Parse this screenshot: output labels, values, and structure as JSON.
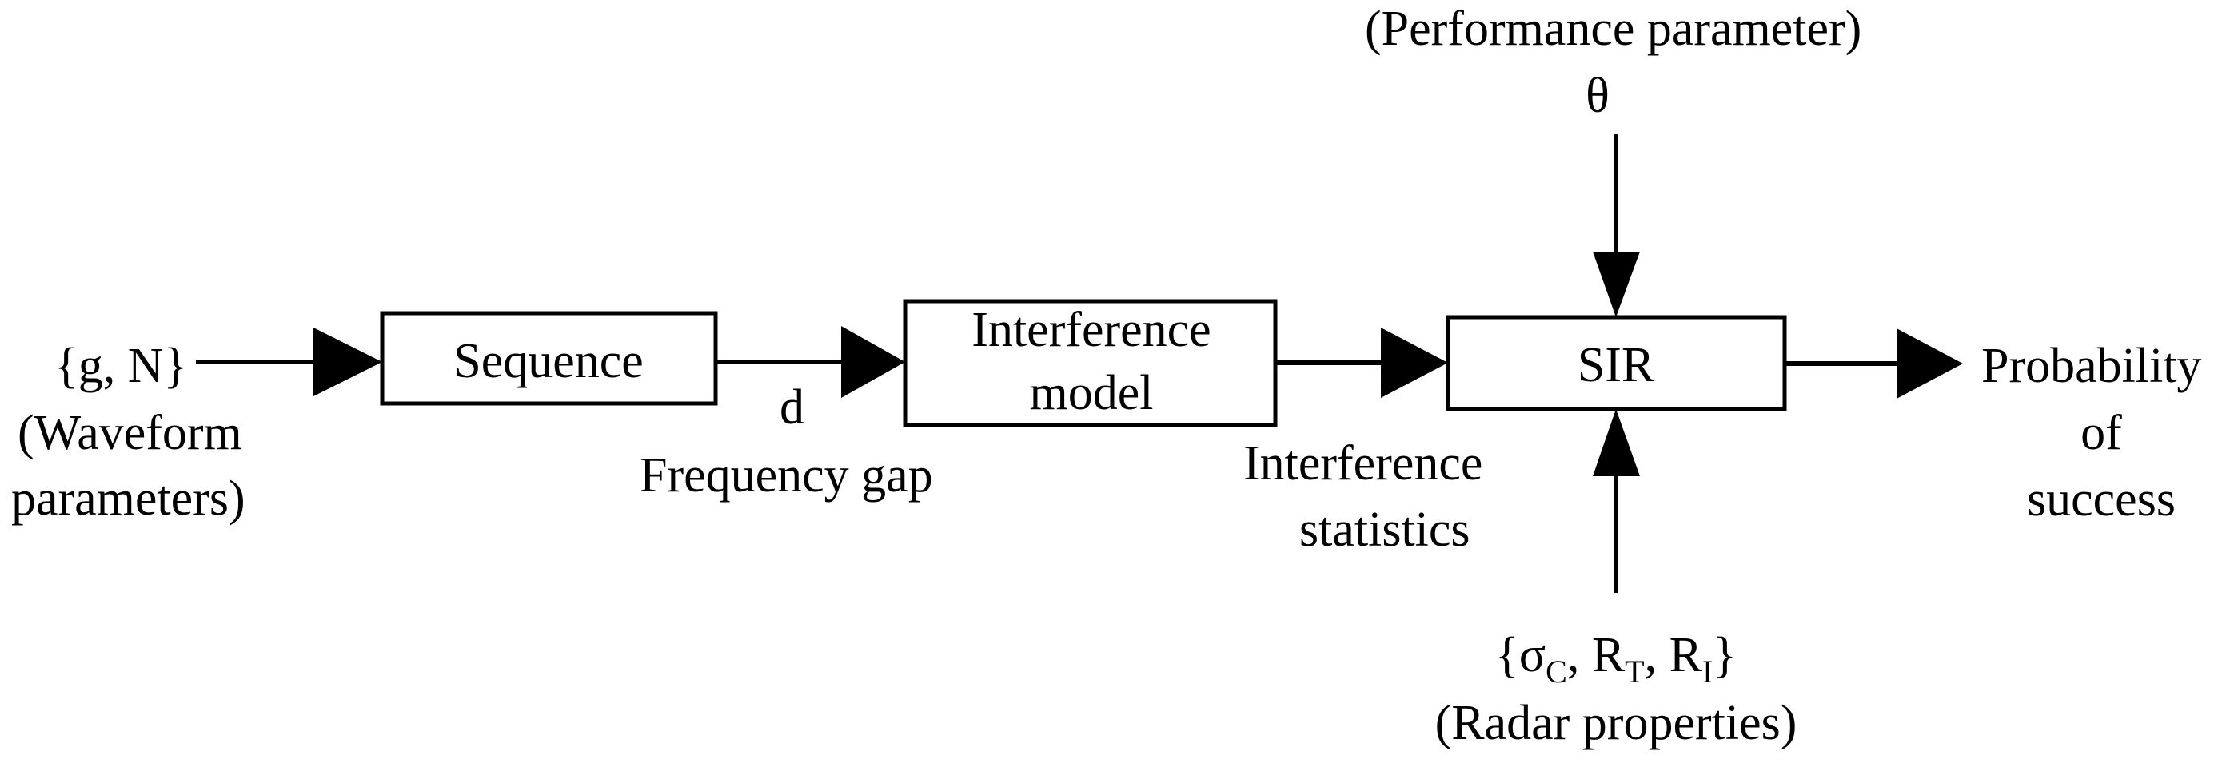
{
  "diagram": {
    "title": "Radar waveform design signal-flow block diagram",
    "background_color": "#ffffff",
    "stroke_color": "#000000",
    "blocks": [
      {
        "id": "sequence",
        "label": "Sequence"
      },
      {
        "id": "interference",
        "label_line1": "Interference",
        "label_line2": "model"
      },
      {
        "id": "sir",
        "label": "SIR"
      }
    ],
    "inputs": {
      "waveform": {
        "symbol": "{g, N}",
        "desc_line1": "(Waveform",
        "desc_line2": "parameters)"
      },
      "performance": {
        "desc": "(Performance parameter)",
        "symbol": "θ"
      },
      "radar": {
        "symbol_open": "{",
        "symbol_sigma": "σ",
        "symbol_sigma_sub": "C",
        "symbol_comma1": ", R",
        "symbol_r1_sub": "T",
        "symbol_comma2": ", R",
        "symbol_r2_sub": "I",
        "symbol_close": "}",
        "desc": "(Radar properties)"
      }
    },
    "edges": [
      {
        "id": "waveform-to-sequence",
        "label": ""
      },
      {
        "id": "sequence-to-interference",
        "label_symbol": "d",
        "label_desc": "Frequency gap"
      },
      {
        "id": "interference-to-sir",
        "label_line1": "Interference",
        "label_line2": "statistics"
      },
      {
        "id": "performance-to-sir",
        "label": ""
      },
      {
        "id": "radar-to-sir",
        "label": ""
      },
      {
        "id": "sir-to-output",
        "label": ""
      }
    ],
    "output": {
      "line1": "Probability",
      "line2": "of",
      "line3": "success"
    }
  }
}
